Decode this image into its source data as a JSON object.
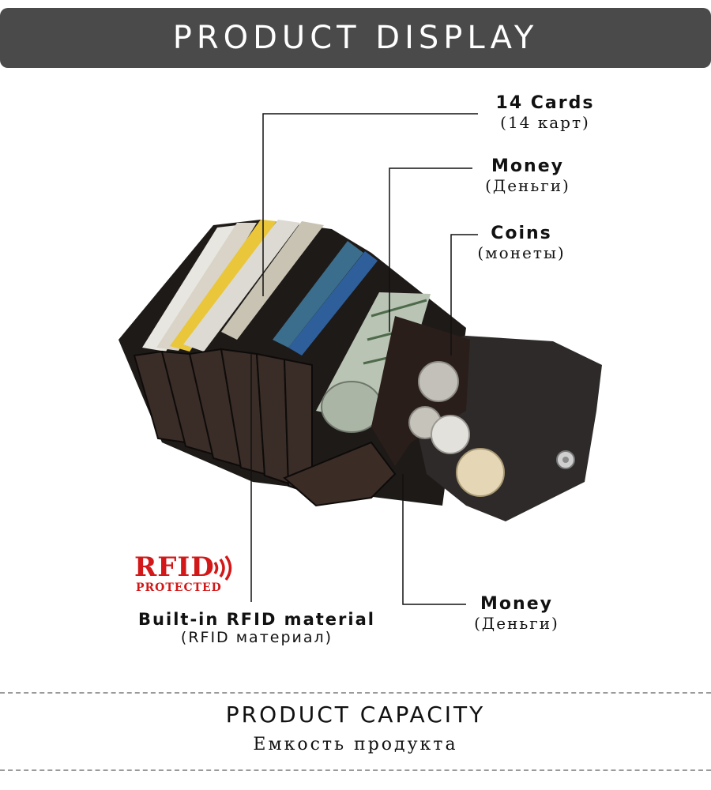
{
  "header": {
    "title": "PRODUCT DISPLAY"
  },
  "callouts": {
    "cards": {
      "en": "14  Cards",
      "ru": "(14 карт)"
    },
    "money_top": {
      "en": "Money",
      "ru": "(Деньги)"
    },
    "coins": {
      "en": "Coins",
      "ru": "(монеты)"
    },
    "money_bottom": {
      "en": "Money",
      "ru": "(Деньги)"
    },
    "rfid": {
      "en": "Built-in RFID material",
      "ru": "(RFID материал)"
    }
  },
  "rfid_logo": {
    "word": "RFID",
    "sub": "PROTECTED",
    "color": "#d21818"
  },
  "capacity": {
    "title": "PRODUCT CAPACITY",
    "subtitle": "Емкость продукта"
  },
  "colors": {
    "header_bg": "#4a4a4a",
    "leather": "#2a2522",
    "accent_red": "#d21818"
  }
}
